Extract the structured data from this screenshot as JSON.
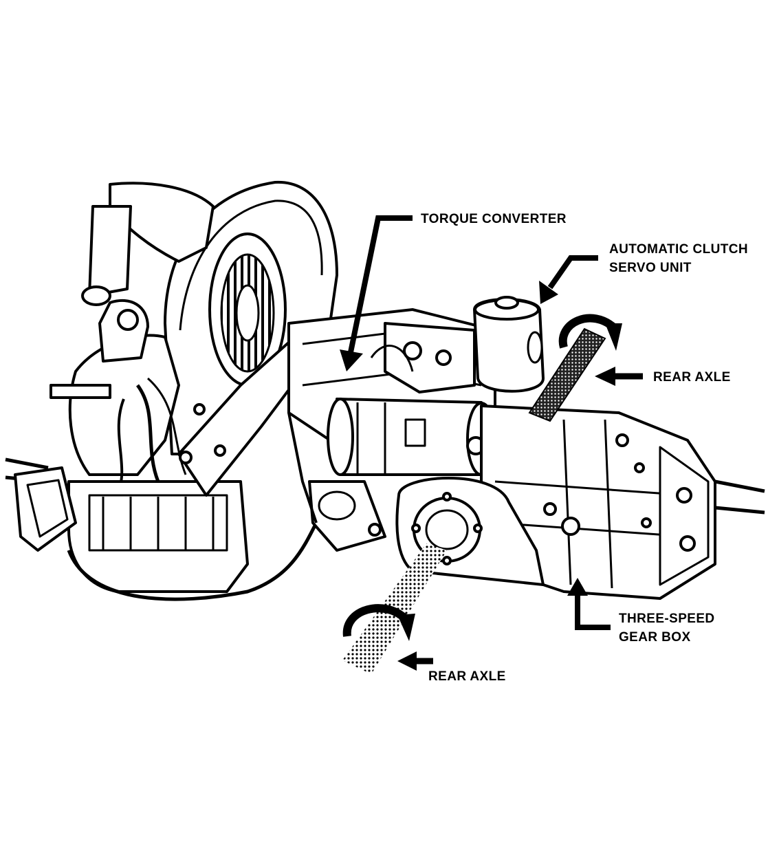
{
  "labels": {
    "torque_converter": "TORQUE CONVERTER",
    "clutch_servo_line1": "AUTOMATIC CLUTCH",
    "clutch_servo_line2": "SERVO UNIT",
    "rear_axle_right": "REAR AXLE",
    "gearbox_line1": "THREE-SPEED",
    "gearbox_line2": "GEAR BOX",
    "rear_axle_bottom": "REAR AXLE"
  },
  "colors": {
    "ink": "#000000",
    "paper": "#ffffff"
  }
}
